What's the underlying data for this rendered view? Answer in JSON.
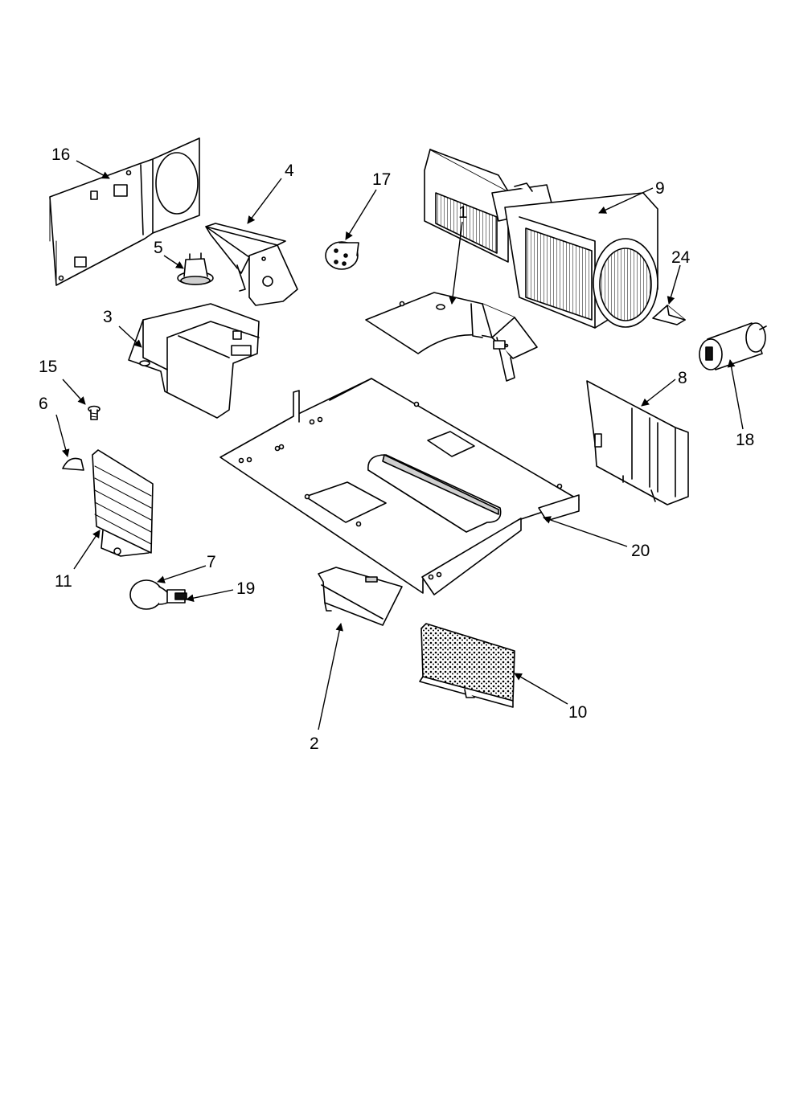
{
  "callouts": {
    "p1": "1",
    "p2": "2",
    "p3": "3",
    "p4": "4",
    "p5": "5",
    "p6": "6",
    "p7": "7",
    "p8": "8",
    "p9": "9",
    "p10": "10",
    "p11": "11",
    "p15": "15",
    "p16": "16",
    "p17": "17",
    "p18": "18",
    "p19": "19",
    "p20": "20",
    "p24": "24"
  }
}
